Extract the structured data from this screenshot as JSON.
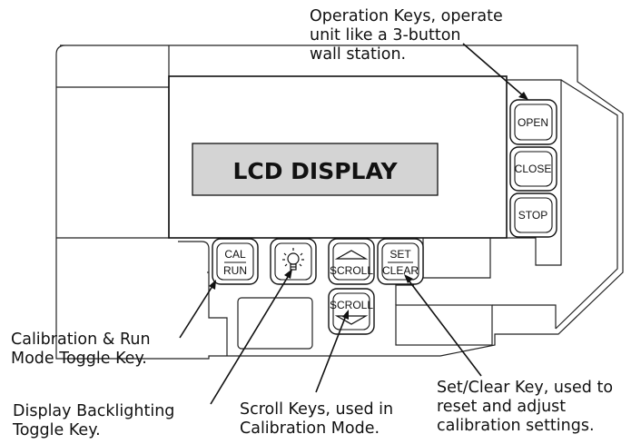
{
  "lcd": {
    "text": "LCD DISPLAY"
  },
  "keys": {
    "open": "OPEN",
    "close": "CLOSE",
    "stop": "STOP",
    "cal_top": "CAL",
    "cal_bottom": "RUN",
    "scroll_up": "SCROLL",
    "set_top": "SET",
    "set_bottom": "CLEAR",
    "scroll_down": "SCROLL",
    "backlight_icon": "light-bulb-icon"
  },
  "callouts": {
    "operation": [
      "Operation Keys, operate",
      "unit like a 3-button",
      "wall station."
    ],
    "calibration": [
      "Calibration & Run",
      "Mode Toggle Key."
    ],
    "backlight": [
      "Display Backlighting",
      "Toggle Key."
    ],
    "scroll": [
      "Scroll Keys, used in",
      "Calibration Mode."
    ],
    "set_clear": [
      "Set/Clear Key, used to",
      "reset and adjust",
      "calibration settings."
    ]
  }
}
